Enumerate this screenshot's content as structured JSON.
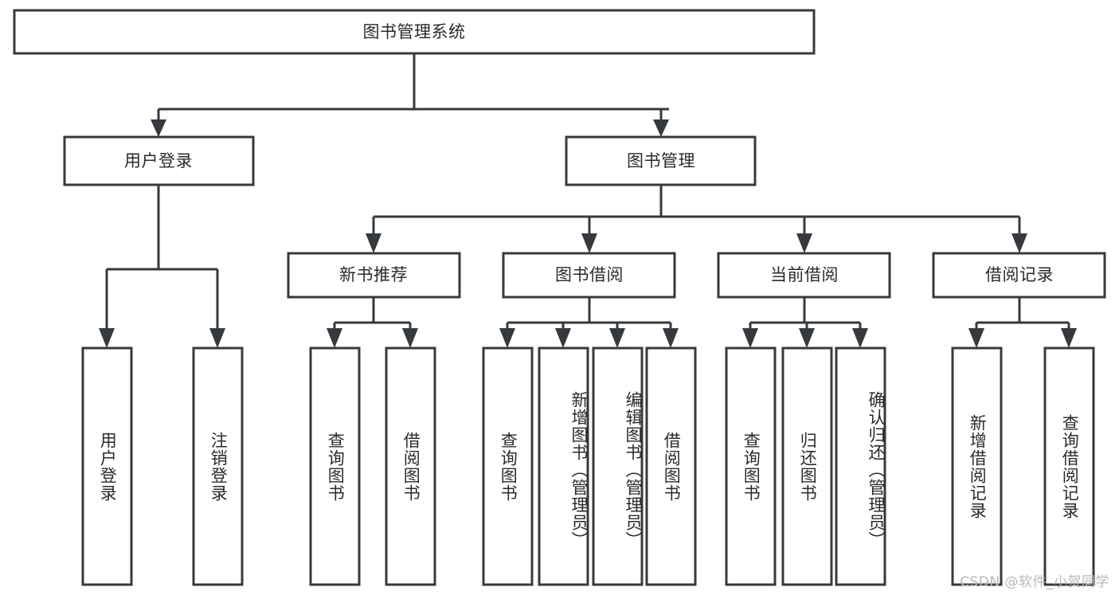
{
  "diagram": {
    "type": "tree-hierarchy",
    "title": "图书管理系统",
    "orientation": "top-down",
    "colors": {
      "box_stroke": "#36393d",
      "box_fill": "#ffffff",
      "connector": "#36393d",
      "text": "#2b2b2b",
      "background": "#ffffff",
      "watermark": "#b9b9b9"
    },
    "root": {
      "label": "图书管理系统"
    },
    "level2": [
      {
        "label": "用户登录"
      },
      {
        "label": "图书管理"
      }
    ],
    "level3": [
      {
        "label": "新书推荐"
      },
      {
        "label": "图书借阅"
      },
      {
        "label": "当前借阅"
      },
      {
        "label": "借阅记录"
      }
    ],
    "leaves": {
      "user_login": [
        {
          "label": "用户登录"
        },
        {
          "label": "注销登录"
        }
      ],
      "new_book_recommend": [
        {
          "label": "查询图书"
        },
        {
          "label": "借阅图书"
        }
      ],
      "book_borrow": [
        {
          "label": "查询图书"
        },
        {
          "label": "新增图书（管理员）"
        },
        {
          "label": "编辑图书（管理员）"
        },
        {
          "label": "借阅图书"
        }
      ],
      "current_borrow": [
        {
          "label": "查询图书"
        },
        {
          "label": "归还图书"
        },
        {
          "label": "确认归还（管理员）"
        }
      ],
      "borrow_record": [
        {
          "label": "新增借阅记录"
        },
        {
          "label": "查询借阅记录"
        }
      ]
    }
  },
  "watermark": {
    "text": "CSDN @软件_小贺同学"
  }
}
